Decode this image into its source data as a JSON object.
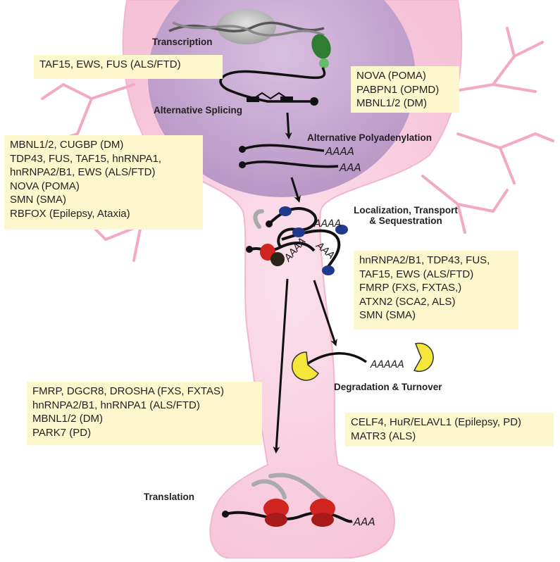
{
  "stages": {
    "transcription": "Transcription",
    "alternative_splicing": "Alternative Splicing",
    "alternative_polyadenylation": "Alternative Polyadenylation",
    "localization_line1": "Localization, Transport",
    "localization_line2": "& Sequestration",
    "degradation": "Degradation & Turnover",
    "translation": "Translation"
  },
  "boxes": {
    "transcription": [
      "TAF15, EWS, FUS (ALS/FTD)"
    ],
    "splicing_right": [
      "NOVA (POMA)",
      "PABPN1 (OPMD)",
      "MBNL1/2 (DM)"
    ],
    "splicing_left": [
      "MBNL1/2, CUGBP (DM)",
      "TDP43, FUS, TAF15, hnRNPA1,",
      "hnRNPA2/B1, EWS (ALS/FTD)",
      "NOVA (POMA)",
      "SMN (SMA)",
      "RBFOX (Epilepsy, Ataxia)"
    ],
    "localization": [
      "hnRNPA2/B1, TDP43, FUS,",
      "TAF15, EWS (ALS/FTD)",
      "FMRP (FXS, FXTAS,)",
      "ATXN2 (SCA2, ALS)",
      "SMN (SMA)"
    ],
    "degradation": [
      "CELF4, HuR/ELAVL1 (Epilepsy, PD)",
      "MATR3 (ALS)"
    ],
    "translation": [
      "FMRP, DGCR8, DROSHA (FXS, FXTAS)",
      "hnRNPA2/B1, hnRNPA1 (ALS/FTD)",
      "MBNL1/2 (DM)",
      "PARK7 (PD)"
    ]
  },
  "polyA": {
    "apa_long": "AAAA",
    "apa_short": "AAA",
    "loc_tail_1": "AAAA",
    "loc_tail_2": "AAA",
    "loc_tail_3": "AAAA",
    "degradation_tail": "AAAAA",
    "translation_tail": "AAA"
  },
  "colors": {
    "neuron": "#f9cfe0",
    "dendrite": "#f4a8c6",
    "nucleus": "#cfb2d6",
    "callout": "#fdf7cd",
    "ribosome": "#d1231f",
    "rbp": "#1f3a8c",
    "exonuclease": "#f7e63a",
    "polymerase": "#2e7d32"
  },
  "icons": [
    "rna-polymerase-icon",
    "ribosome-icon",
    "rbp-bead-icon",
    "exonuclease-pacman-icon",
    "arrow-icon"
  ]
}
